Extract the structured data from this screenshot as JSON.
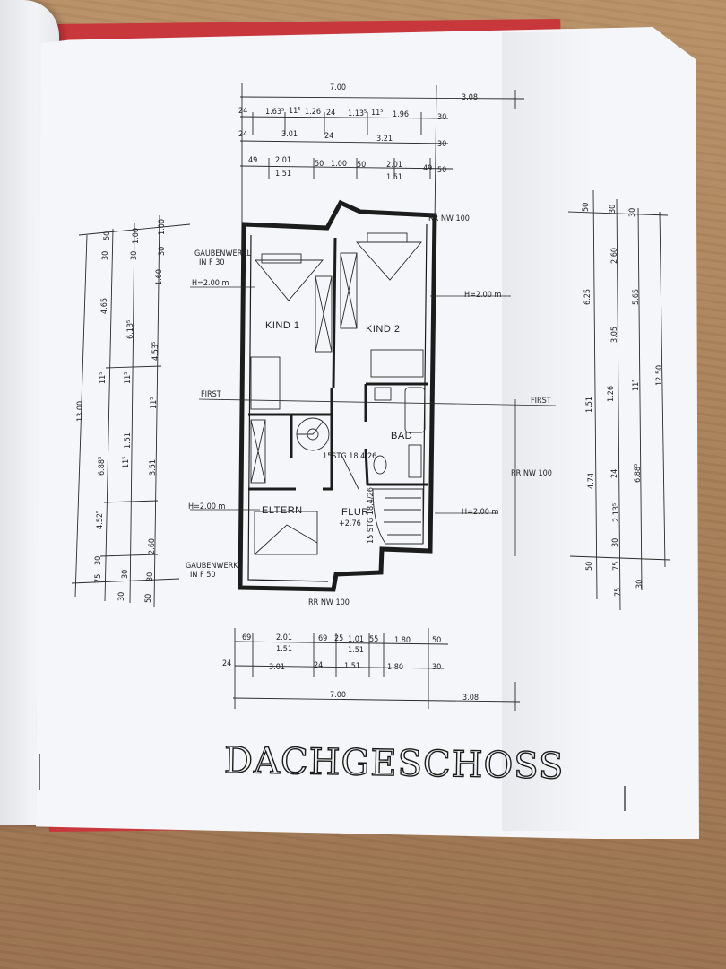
{
  "drawing": {
    "title": "DACHGESCHOSS",
    "rooms": {
      "kind1": "KIND 1",
      "kind2": "KIND 2",
      "bad": "BAD",
      "eltern": "ELTERN",
      "flur": "FLUR",
      "flur_level": "+2.76"
    },
    "annotations": {
      "gaubenwerk_top": "GAUBENWERKL",
      "gaubenwerk_top_sub": "IN F 30",
      "gaubenwerk_bottom": "GAUBENWERKL",
      "gaubenwerk_bottom_sub": "IN F 50",
      "first_left": "FIRST",
      "first_right": "FIRST",
      "h_kind1": "H=2.00 m",
      "h_kind2": "H=2.00 m",
      "h_eltern": "H=2.00 m",
      "h_flur": "H=2.00 m",
      "rr_top": "RR NW 100",
      "rr_right": "RR NW 100",
      "rr_bottom": "RR NW 100",
      "stair_top": "15STG 18,4/26",
      "stair_side": "15 STG 18,4/26"
    },
    "dims_top": {
      "overall": "7.00",
      "overhang": "3.08",
      "row1": [
        "24",
        "1.63⁵",
        "11⁵",
        "1.26",
        "24",
        "1.13⁵",
        "11⁵",
        "1.96",
        "30"
      ],
      "row2": [
        "24",
        "3.01",
        "24",
        "3.21",
        "30"
      ],
      "row3": [
        "49",
        "2.01",
        "1.51",
        "50",
        "1.00",
        "50",
        "2.01",
        "1.51",
        "49",
        "50"
      ]
    },
    "dims_bottom": {
      "row1": [
        "69",
        "2.01",
        "1.51",
        "69",
        "25",
        "1.01",
        "1.51",
        "55",
        "1.80",
        "50"
      ],
      "row2": [
        "24",
        "3.01",
        "24",
        "1.51",
        "1.80",
        "30"
      ],
      "overall": "7.00",
      "overhang": "3.08"
    },
    "dims_left": {
      "total": "13.00",
      "outer": [
        "50",
        "30",
        "4.65",
        "11⁵",
        "6.88⁵",
        "4.52⁵",
        "30",
        "75",
        "30"
      ],
      "middle": [
        "1.00",
        "30",
        "6.13⁵",
        "11⁵",
        "1.51",
        "11⁵",
        "30",
        "50"
      ],
      "inner": [
        "1.00",
        "30",
        "1.60",
        "4.53⁵",
        "11⁵",
        "3.51",
        "2.60",
        "30"
      ]
    },
    "dims_right": {
      "total": "12.50",
      "col1": [
        "50",
        "6.25",
        "1.51",
        "4.74",
        "50",
        "75"
      ],
      "col2": [
        "30",
        "2.60",
        "3.05",
        "1.26",
        "24",
        "2.13⁵",
        "30",
        "75"
      ],
      "col3": [
        "30",
        "5.65",
        "11⁵",
        "6.88⁵",
        "30"
      ]
    }
  }
}
